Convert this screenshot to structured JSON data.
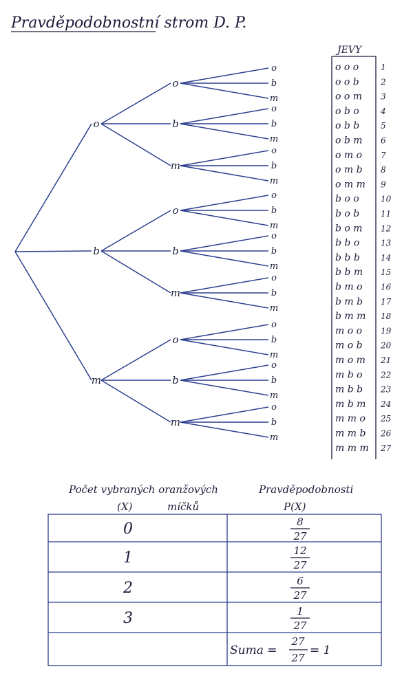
{
  "title": "Pravděpodobnostní strom D. P.",
  "tree": {
    "labels": [
      "o",
      "b",
      "m"
    ]
  },
  "events": {
    "header": "JEVY",
    "rows": [
      {
        "outcome": "o o o",
        "n": "1"
      },
      {
        "outcome": "o o b",
        "n": "2"
      },
      {
        "outcome": "o o m",
        "n": "3"
      },
      {
        "outcome": "o b o",
        "n": "4"
      },
      {
        "outcome": "o b b",
        "n": "5"
      },
      {
        "outcome": "o b m",
        "n": "6"
      },
      {
        "outcome": "o m o",
        "n": "7"
      },
      {
        "outcome": "o m b",
        "n": "8"
      },
      {
        "outcome": "o m m",
        "n": "9"
      },
      {
        "outcome": "b o o",
        "n": "10"
      },
      {
        "outcome": "b o b",
        "n": "11"
      },
      {
        "outcome": "b o m",
        "n": "12"
      },
      {
        "outcome": "b b o",
        "n": "13"
      },
      {
        "outcome": "b b b",
        "n": "14"
      },
      {
        "outcome": "b b m",
        "n": "15"
      },
      {
        "outcome": "b m o",
        "n": "16"
      },
      {
        "outcome": "b m b",
        "n": "17"
      },
      {
        "outcome": "b m m",
        "n": "18"
      },
      {
        "outcome": "m o o",
        "n": "19"
      },
      {
        "outcome": "m o b",
        "n": "20"
      },
      {
        "outcome": "m o m",
        "n": "21"
      },
      {
        "outcome": "m b o",
        "n": "22"
      },
      {
        "outcome": "m b b",
        "n": "23"
      },
      {
        "outcome": "m b m",
        "n": "24"
      },
      {
        "outcome": "m m o",
        "n": "25"
      },
      {
        "outcome": "m m b",
        "n": "26"
      },
      {
        "outcome": "m m m",
        "n": "27"
      }
    ]
  },
  "table": {
    "col1_header_line1": "Počet vybraných oranžových",
    "col1_header_line2": "(X)",
    "col1_header_line3": "míčků",
    "col2_header_line1": "Pravděpodobnosti",
    "col2_header_line2": "P(X)",
    "rows": [
      {
        "x": "0",
        "num": "8",
        "den": "27"
      },
      {
        "x": "1",
        "num": "12",
        "den": "27"
      },
      {
        "x": "2",
        "num": "6",
        "den": "27"
      },
      {
        "x": "3",
        "num": "1",
        "den": "27"
      }
    ],
    "sum": {
      "label": "Suma =",
      "num": "27",
      "den": "27",
      "result": "= 1"
    }
  }
}
